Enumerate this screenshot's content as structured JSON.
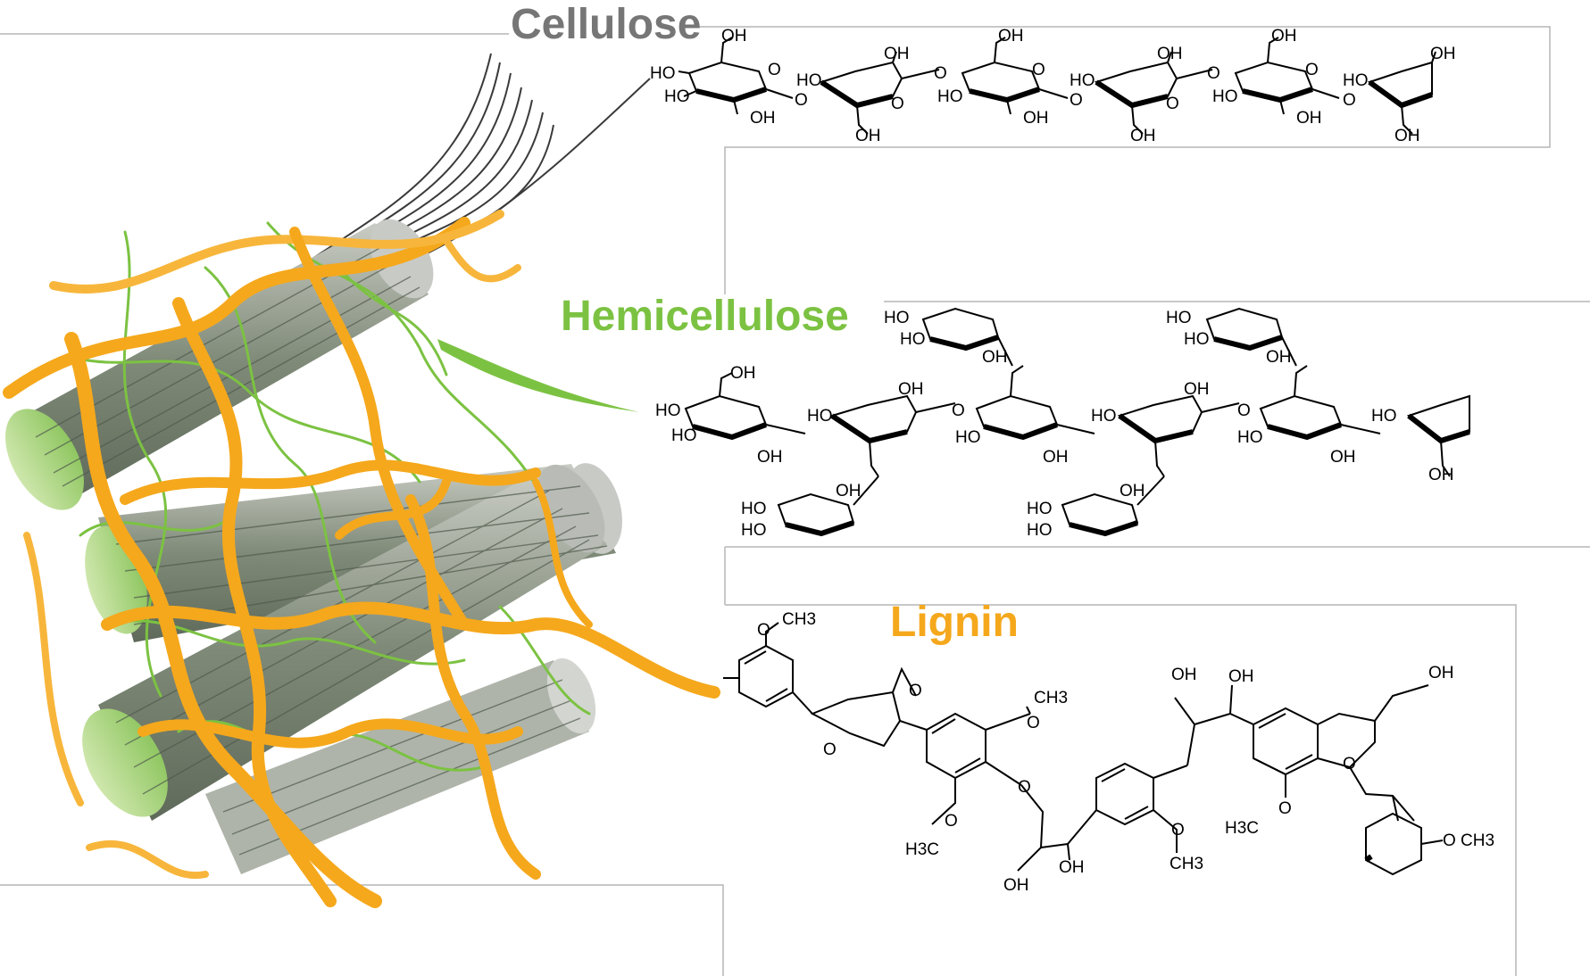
{
  "titles": {
    "cellulose": "Cellulose",
    "hemicellulose": "Hemicellulose",
    "lignin": "Lignin"
  },
  "colors": {
    "cellulose": "#767676",
    "hemicellulose": "#7cc242",
    "lignin": "#f5a81c",
    "fibril_body": "#8e9a86",
    "fibril_end": "#b9dc8f"
  },
  "structure_labels": {
    "hydroxyl": "OH",
    "hydroxyl_left": "HO",
    "ring_oxygen": "O",
    "methyl_group": "CH3",
    "methyl_left": "H3C"
  }
}
